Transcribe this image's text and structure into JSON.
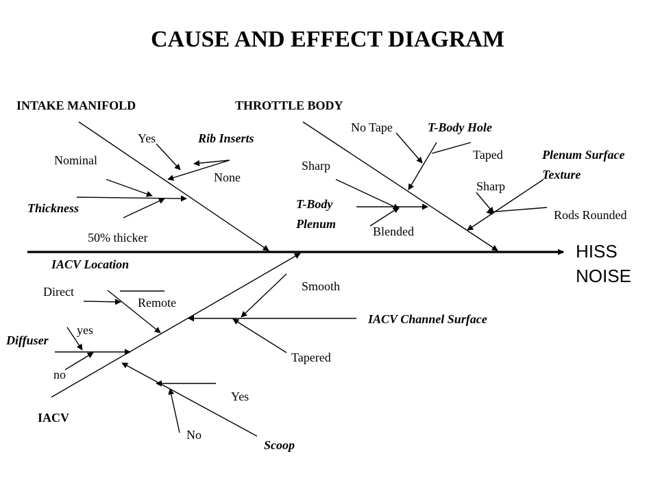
{
  "title": "CAUSE AND EFFECT DIAGRAM",
  "effect": [
    "HISS",
    "NOISE"
  ],
  "categories": {
    "intake_manifold": "INTAKE MANIFOLD",
    "throttle_body": "THROTTLE BODY",
    "iacv_location": "IACV Location",
    "iacv": "IACV"
  },
  "causes": {
    "rib_inserts": "Rib Inserts",
    "rib_yes": "Yes",
    "rib_none": "None",
    "nominal": "Nominal",
    "thickness": "Thickness",
    "fifty_thicker": "50% thicker",
    "no_tape": "No Tape",
    "tbody_hole": "T-Body Hole",
    "taped": "Taped",
    "plenum_surface_1": "Plenum Surface",
    "plenum_surface_2": "Texture",
    "sharp_1": "Sharp",
    "sharp_2": "Sharp",
    "rods_rounded": "Rods Rounded",
    "tbody_plenum_1": "T-Body",
    "tbody_plenum_2": "Plenum",
    "blended": "Blended",
    "direct": "Direct",
    "remote": "Remote",
    "smooth": "Smooth",
    "iacv_channel_surface": "IACV Channel Surface",
    "tapered": "Tapered",
    "diffuser": "Diffuser",
    "diffuser_yes": "yes",
    "diffuser_no": "no",
    "scoop_yes": "Yes",
    "scoop_no": "No",
    "scoop": "Scoop"
  }
}
